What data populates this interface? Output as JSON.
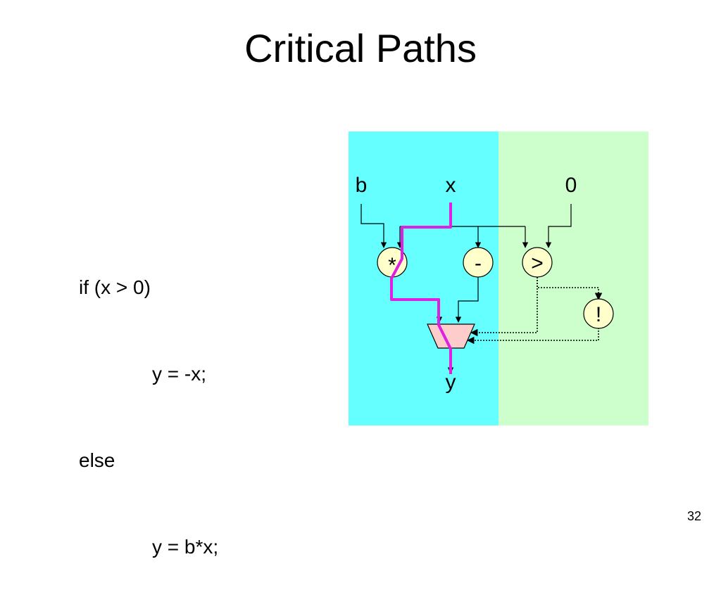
{
  "title": "Critical Paths",
  "code": {
    "lines": [
      {
        "text": "if (x > 0)",
        "indent": false
      },
      {
        "text": "y = -x;",
        "indent": true
      },
      {
        "text": "else",
        "indent": false
      },
      {
        "text": "y = b*x;",
        "indent": true
      }
    ]
  },
  "diagram": {
    "inputs": {
      "b": "b",
      "x": "x",
      "zero": "0"
    },
    "ops": {
      "multiply": "*",
      "negate": "-",
      "compare": ">",
      "not": "!"
    },
    "output": "y",
    "colors": {
      "left_region": "#66ffff",
      "right_region": "#ccffcc",
      "critical_path": "#e020e0",
      "node_fill": "#ffffcc",
      "mux_fill": "#ffcccc"
    }
  },
  "page_number": "32"
}
